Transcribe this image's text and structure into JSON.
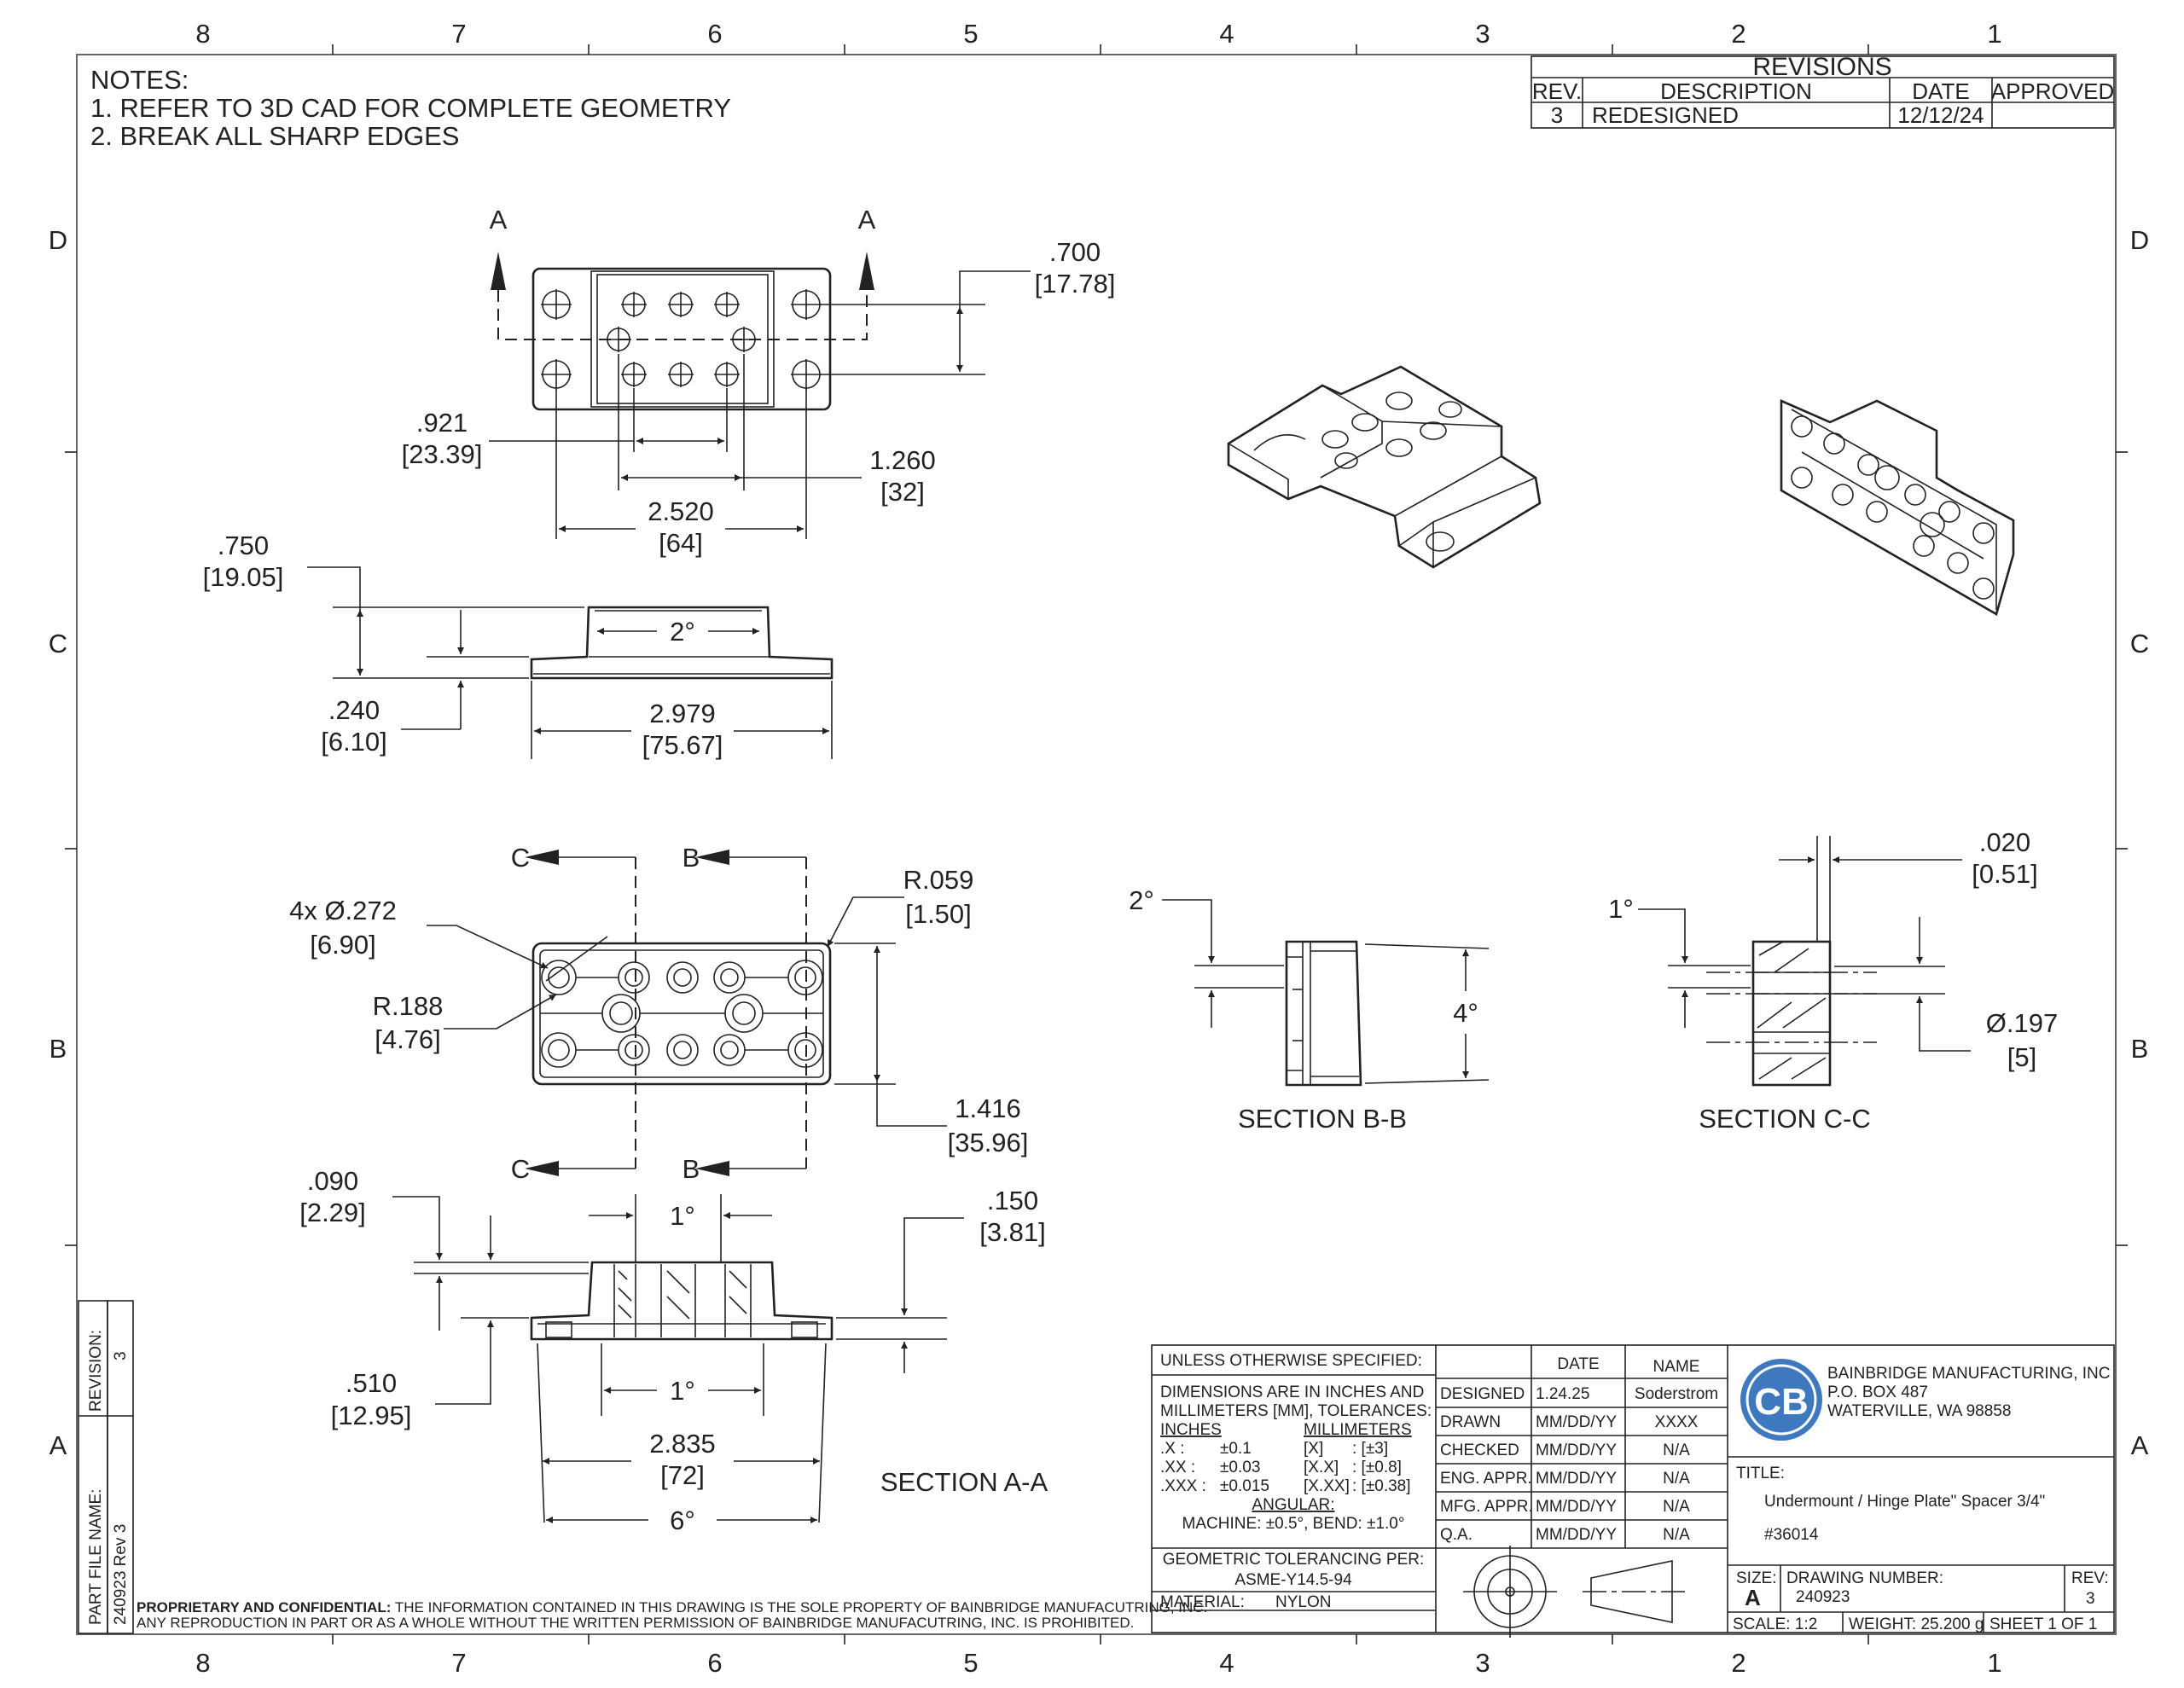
{
  "zones": {
    "columns": [
      "8",
      "7",
      "6",
      "5",
      "4",
      "3",
      "2",
      "1"
    ],
    "rows": [
      "D",
      "C",
      "B",
      "A"
    ]
  },
  "notes": {
    "title": "NOTES:",
    "items": [
      "1.  REFER TO 3D CAD FOR COMPLETE GEOMETRY",
      "2.  BREAK ALL SHARP EDGES"
    ]
  },
  "revisions": {
    "title": "REVISIONS",
    "headers": [
      "REV.",
      "DESCRIPTION",
      "DATE",
      "APPROVED"
    ],
    "rows": [
      [
        "3",
        "REDESIGNED",
        "12/12/24",
        ""
      ]
    ]
  },
  "views": {
    "top": {
      "section_marks": [
        "A",
        "A"
      ],
      "dims": [
        {
          "in": ".700",
          "mm": "[17.78]"
        },
        {
          "in": ".921",
          "mm": "[23.39]"
        },
        {
          "in": "1.260",
          "mm": "[32]"
        },
        {
          "in": "2.520",
          "mm": "[64]"
        }
      ]
    },
    "side": {
      "angle": "2°",
      "dims": [
        {
          "in": ".750",
          "mm": "[19.05]"
        },
        {
          "in": ".240",
          "mm": "[6.10]"
        },
        {
          "in": "2.979",
          "mm": "[75.67]"
        }
      ]
    },
    "bottom": {
      "section_marks": [
        "C",
        "B",
        "C",
        "B"
      ],
      "dims": [
        {
          "in": "4x Ø.272",
          "mm": "[6.90]"
        },
        {
          "in": "R.188",
          "mm": "[4.76]"
        },
        {
          "in": "R.059",
          "mm": "[1.50]"
        },
        {
          "in": "1.416",
          "mm": "[35.96]"
        }
      ]
    },
    "section_aa": {
      "label": "SECTION A-A",
      "angles": [
        "1°",
        "1°",
        "6°"
      ],
      "dims": [
        {
          "in": ".090",
          "mm": "[2.29]"
        },
        {
          "in": ".150",
          "mm": "[3.81]"
        },
        {
          "in": ".510",
          "mm": "[12.95]"
        },
        {
          "in": "2.835",
          "mm": "[72]"
        }
      ]
    },
    "section_bb": {
      "label": "SECTION B-B",
      "angles": [
        "2°",
        "4°"
      ]
    },
    "section_cc": {
      "label": "SECTION C-C",
      "angle": "1°",
      "dims": [
        {
          "in": ".020",
          "mm": "[0.51]"
        },
        {
          "in": "Ø.197",
          "mm": "[5]"
        }
      ]
    }
  },
  "side_block": {
    "revision_label": "REVISION:",
    "revision_value": "3",
    "file_label": "PART FILE NAME:",
    "file_value": "240923 Rev 3"
  },
  "proprietary": {
    "bold": "PROPRIETARY AND CONFIDENTIAL:",
    "line1": " THE INFORMATION CONTAINED IN THIS DRAWING IS THE SOLE PROPERTY OF BAINBRIDGE MANUFACUTRING, INC.",
    "line2": "ANY REPRODUCTION IN PART OR AS A WHOLE WITHOUT THE WRITTEN PERMISSION OF BAINBRIDGE MANUFACUTRING, INC. IS PROHIBITED."
  },
  "title_block": {
    "unless": "UNLESS OTHERWISE SPECIFIED:",
    "dims_line1": "DIMENSIONS ARE IN INCHES AND",
    "dims_line2": "MILLIMETERS [MM], TOLERANCES:",
    "inches_hdr": "INCHES",
    "mm_hdr": "MILLIMETERS",
    "tol_rows": [
      [
        ".X :",
        "±0.1",
        "[X]",
        ": [±3]"
      ],
      [
        ".XX :",
        "±0.03",
        "[X.X]",
        ": [±0.8]"
      ],
      [
        ".XXX :",
        "±0.015",
        "[X.XX]",
        ": [±0.38]"
      ]
    ],
    "angular_hdr": "ANGULAR:",
    "angular_text": "MACHINE: ±0.5°, BEND: ±1.0°",
    "geo_line1": "GEOMETRIC TOLERANCING PER:",
    "geo_line2": "ASME-Y14.5-94",
    "material_label": "MATERIAL:",
    "material_value": "NYLON",
    "col_date": "DATE",
    "col_name": "NAME",
    "sign_rows": [
      [
        "DESIGNED",
        "1.24.25",
        "Soderstrom"
      ],
      [
        "DRAWN",
        "MM/DD/YY",
        "XXXX"
      ],
      [
        "CHECKED",
        "MM/DD/YY",
        "N/A"
      ],
      [
        "ENG. APPR.",
        "MM/DD/YY",
        "N/A"
      ],
      [
        "MFG. APPR.",
        "MM/DD/YY",
        "N/A"
      ],
      [
        "Q.A.",
        "MM/DD/YY",
        "N/A"
      ]
    ],
    "company": [
      "BAINBRIDGE MANUFACTURING, INC",
      "P.O. BOX 487",
      "WATERVILLE, WA 98858"
    ],
    "title_label": "TITLE:",
    "title_value": "Undermount / Hinge Plate\" Spacer  3/4\"",
    "part_number": "#36014",
    "size_label": "SIZE:",
    "size_value": "A",
    "drawing_number_label": "DRAWING NUMBER:",
    "drawing_number": "240923",
    "rev_label": "REV:",
    "rev_value": "3",
    "scale": "SCALE: 1:2",
    "weight": "WEIGHT: 25.200 g",
    "sheet": "SHEET 1 OF 1"
  }
}
